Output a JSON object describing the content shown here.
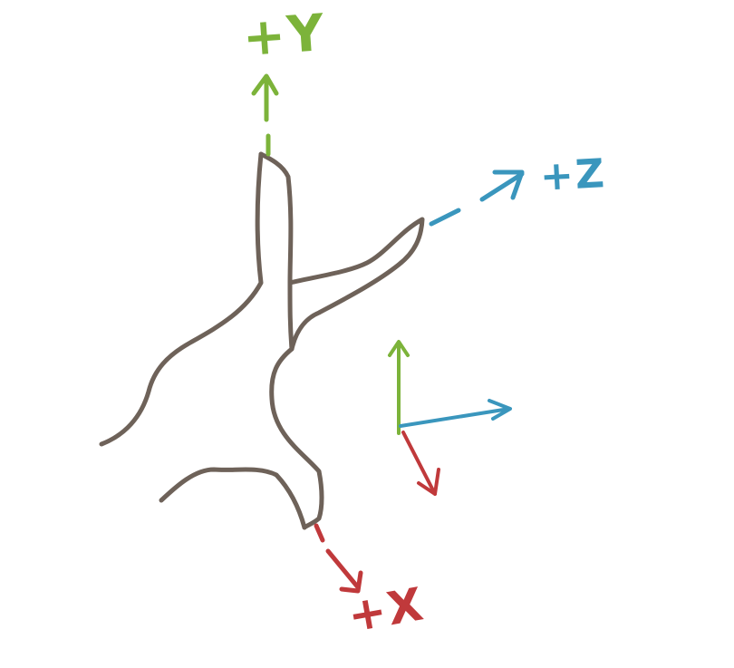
{
  "labels": {
    "y_axis": "+Y",
    "z_axis": "+Z",
    "x_axis": "+X"
  },
  "colors": {
    "background": "#ffffff",
    "object_outline": "#6e6259",
    "y_axis": "#7cb33a",
    "z_axis": "#3a96bd",
    "x_axis": "#c0393b"
  }
}
